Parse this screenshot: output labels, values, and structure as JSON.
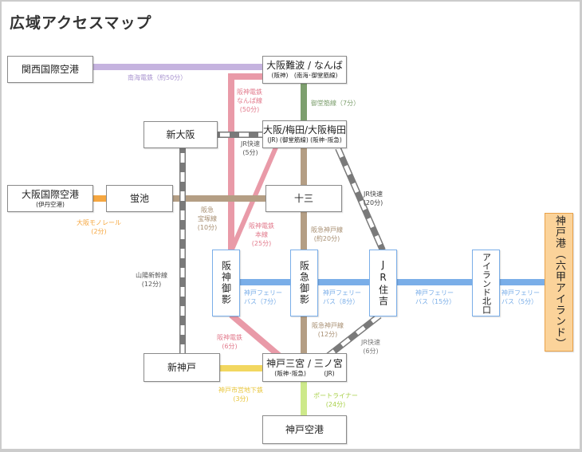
{
  "title": "広域アクセスマップ",
  "colors": {
    "nankai": "#c5b3df",
    "hanshin": "#e99aa8",
    "midosuji": "#7d9f6e",
    "hankyu": "#b49e84",
    "jr": "#7a7a7a",
    "monorail": "#f6a740",
    "ferry_bus": "#7aaee8",
    "subway": "#f2d760",
    "portliner": "#cde98a",
    "port_bg": "#fbd39a"
  },
  "stations": {
    "kansai_airport": {
      "name": "関西国際空港"
    },
    "namba": {
      "name": "大阪難波 / なんば",
      "sub": "(阪神)　(南海･御堂筋線)"
    },
    "shin_osaka": {
      "name": "新大阪"
    },
    "umeda": {
      "name": "大阪/梅田/大阪梅田",
      "sub": "(JR) (御堂筋線) (阪神･阪急)"
    },
    "itami": {
      "name": "大阪国際空港",
      "sub": "(伊丹空港)"
    },
    "hotarugaike": {
      "name": "蛍池"
    },
    "juso": {
      "name": "十三"
    },
    "hanshin_mikage": {
      "name": "阪神御影"
    },
    "hankyu_mikage": {
      "name": "阪急御影"
    },
    "jr_sumiyoshi": {
      "name": "JR住吉"
    },
    "island_kitaguchi": {
      "name": "アイランド北口"
    },
    "kobe_port": {
      "name": "神戸港（六甲アイランド）"
    },
    "shin_kobe": {
      "name": "新神戸"
    },
    "sannomiya": {
      "name": "神戸三宮 / 三ノ宮",
      "sub": "(阪神･阪急)　　　(JR)"
    },
    "kobe_airport": {
      "name": "神戸空港"
    }
  },
  "routes": {
    "nankai": "南海電鉄（約50分）",
    "hanshin_namba": [
      "阪神電鉄",
      "なんば線",
      "(50分)"
    ],
    "midosuji": "御堂筋線（7分）",
    "jr_shinosaka": [
      "JR快速",
      "(5分)"
    ],
    "monorail": [
      "大阪モノレール",
      "(2分)"
    ],
    "takarazuka": [
      "阪急",
      "宝塚線",
      "(10分)"
    ],
    "hanshin_main": [
      "阪神電鉄",
      "本線",
      "(25分)"
    ],
    "hankyu_kobe_20": [
      "阪急神戸線",
      "(約20分)"
    ],
    "jr_20": [
      "JR快速",
      "(20分)"
    ],
    "sanyo_shinkansen": [
      "山陽新幹線",
      "(12分)"
    ],
    "ferry_7": [
      "神戸フェリー",
      "バス（7分）"
    ],
    "ferry_8": [
      "神戸フェリー",
      "バス（8分）"
    ],
    "ferry_15": [
      "神戸フェリー",
      "バス（15分）"
    ],
    "ferry_5": [
      "神戸フェリー",
      "バス（5分）"
    ],
    "hanshin_6": [
      "阪神電鉄",
      "(6分)"
    ],
    "hankyu_kobe_12": [
      "阪急神戸線",
      "(12分)"
    ],
    "jr_6": [
      "JR快速",
      "(6分)"
    ],
    "subway": [
      "神戸市営地下鉄",
      "(3分)"
    ],
    "portliner": [
      "ポートライナー",
      "(24分)"
    ]
  }
}
